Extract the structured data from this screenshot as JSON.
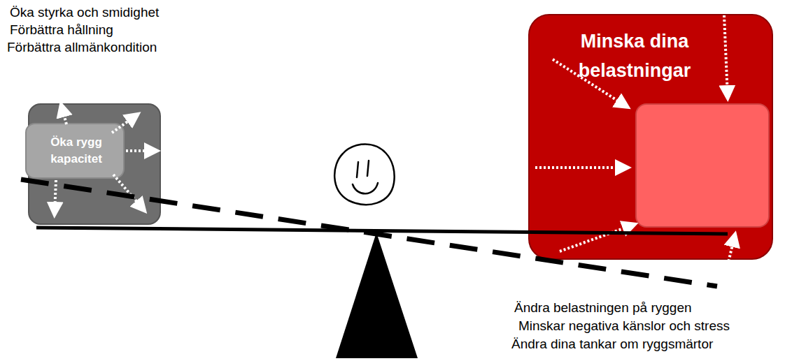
{
  "diagram": {
    "nodes": [
      {
        "text": [
          "Öka rygg kapacitet"
        ]
      },
      {
        "text": [
          "Minska dina belastningar"
        ]
      }
    ],
    "labels": [
      "Öka styrka och smidighet",
      "Förbättra hållning",
      "Förbättra allmänkondition",
      "Ändra belastningen på ryggen",
      "Minskar negativa känslor och stress",
      "Ändra dina tankar om ryggsmärtor"
    ]
  }
}
